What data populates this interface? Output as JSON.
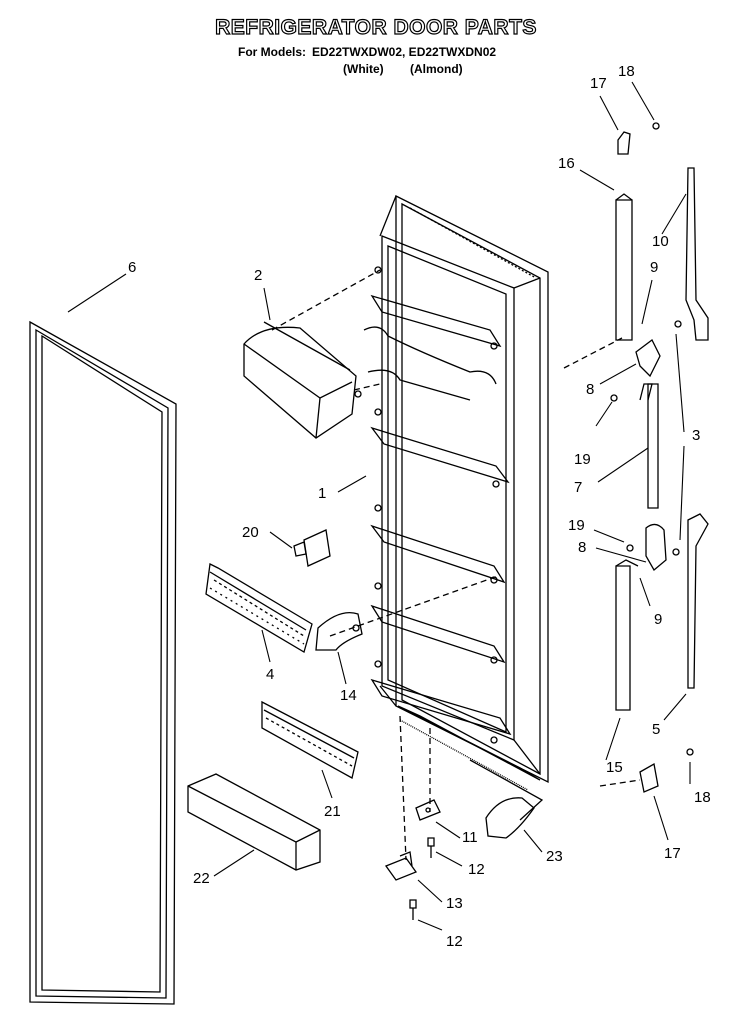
{
  "header": {
    "title": "REFRIGERATOR DOOR PARTS",
    "models_label": "For Models:",
    "models": "ED22TWXDW02, ED22TWXDN02",
    "variant_white": "(White)",
    "variant_almond": "(Almond)"
  },
  "callouts": {
    "c1": "1",
    "c2": "2",
    "c3": "3",
    "c4": "4",
    "c5": "5",
    "c6": "6",
    "c7": "7",
    "c8a": "8",
    "c8b": "8",
    "c9a": "9",
    "c9b": "9",
    "c10": "10",
    "c11": "11",
    "c12a": "12",
    "c12b": "12",
    "c13": "13",
    "c14": "14",
    "c15": "15",
    "c16": "16",
    "c17a": "17",
    "c17b": "17",
    "c18a": "18",
    "c18b": "18",
    "c19a": "19",
    "c19b": "19",
    "c20": "20",
    "c21": "21",
    "c22": "22",
    "c23": "23"
  }
}
